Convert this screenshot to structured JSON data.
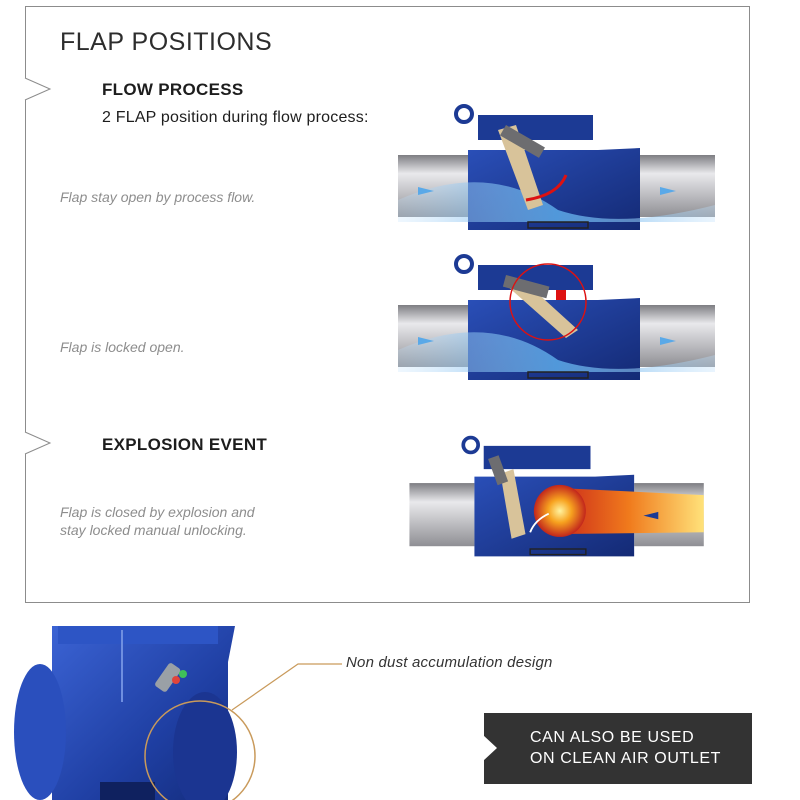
{
  "panel": {
    "title": "FLAP POSITIONS",
    "flow_heading": "FLOW PROCESS",
    "flow_subheading": "2 FLAP position during flow process:",
    "caption_open": "Flap stay open by process flow.",
    "caption_locked": "Flap is locked open.",
    "explosion_heading": "EXPLOSION EVENT",
    "caption_explosion": [
      "Flap is closed by explosion and",
      "stay locked manual unlocking."
    ]
  },
  "callout": {
    "text": "Non dust accumulation design"
  },
  "banner": {
    "lines": [
      "CAN ALSO BE USED",
      "ON CLEAN AIR OUTLET"
    ]
  },
  "colors": {
    "valve_blue": "#1f3f9e",
    "valve_dark": "#13286b",
    "pipe_grey": "#a9a9ad",
    "flow_blue": "#5aa9e8",
    "flame_orange": "#f07a1c",
    "callout_line": "#c99a5b",
    "banner_bg": "#333333"
  }
}
